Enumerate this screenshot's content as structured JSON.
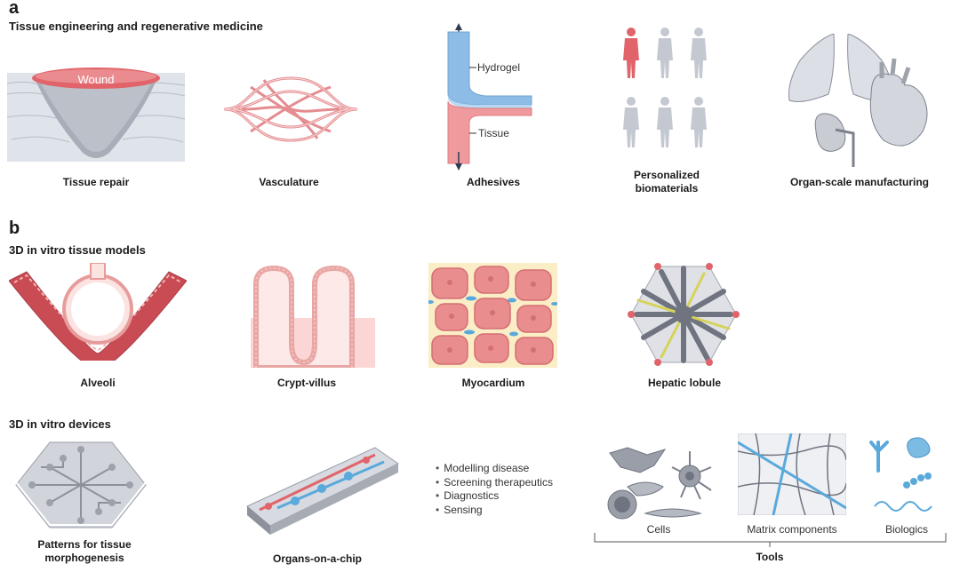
{
  "panel_a": {
    "letter": "a",
    "title": "Tissue engineering and regenerative medicine",
    "wound_label": "Wound",
    "hydrogel_label": "Hydrogel",
    "tissue_label": "Tissue",
    "captions": {
      "tissue_repair": "Tissue repair",
      "vasculature": "Vasculature",
      "adhesives": "Adhesives",
      "personalized_line1": "Personalized",
      "personalized_line2": "biomaterials",
      "organ_scale": "Organ-scale manufacturing"
    }
  },
  "panel_b": {
    "letter": "b",
    "models_title": "3D in vitro tissue models",
    "devices_title": "3D in vitro devices",
    "captions": {
      "alveoli": "Alveoli",
      "crypt_villus": "Crypt-villus",
      "myocardium": "Myocardium",
      "hepatic_lobule": "Hepatic lobule",
      "patterns_line1": "Patterns for tissue",
      "patterns_line2": "morphogenesis",
      "organs_on_chip": "Organs-on-a-chip"
    },
    "applications": [
      "Modelling disease",
      "Screening therapeutics",
      "Diagnostics",
      "Sensing"
    ],
    "tools": {
      "cells": "Cells",
      "matrix": "Matrix components",
      "biologics": "Biologics",
      "group_label": "Tools"
    }
  },
  "colors": {
    "tissue_red": "#e0646a",
    "tissue_pink": "#f2b5b3",
    "hydrogel_blue": "#8dbde6",
    "device_gray": "#c9ccd2",
    "highlight_blue": "#5aa9dc"
  }
}
